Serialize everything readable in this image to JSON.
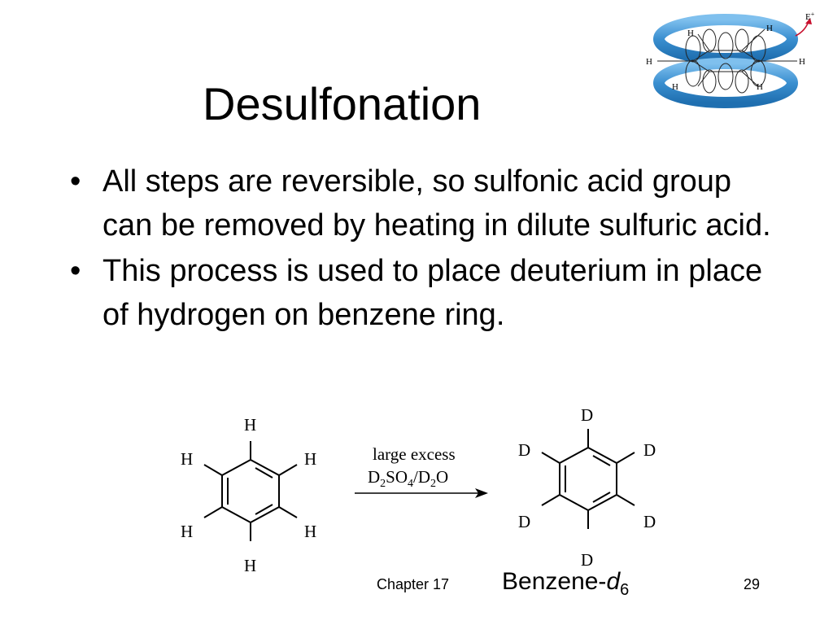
{
  "slide": {
    "title": "Desulfonation",
    "bullets": [
      "All steps are reversible, so sulfonic acid group can be removed by heating in dilute sulfuric acid.",
      "This process is used to place deuterium in place of hydrogen on benzene ring."
    ],
    "bullet_marker": "•",
    "footer_chapter": "Chapter 17",
    "page_number": "29"
  },
  "reaction": {
    "reactant_atoms": [
      "H",
      "H",
      "H",
      "H",
      "H",
      "H"
    ],
    "product_atoms": [
      "D",
      "D",
      "D",
      "D",
      "D",
      "D"
    ],
    "condition_line1": "large excess",
    "reagent": {
      "a": "D",
      "a_sub": "2",
      "b": "SO",
      "b_sub": "4",
      "c": "/D",
      "c_sub": "2",
      "d": "O"
    },
    "product_name_main": "Benzene-",
    "product_name_italic": "d",
    "product_name_sub": "6"
  },
  "orbital_icon": {
    "h_labels": [
      "H",
      "H",
      "H",
      "H",
      "H",
      "H"
    ],
    "electrophile": "E",
    "electrophile_charge": "+",
    "ring_color": "#3a8fd0"
  }
}
